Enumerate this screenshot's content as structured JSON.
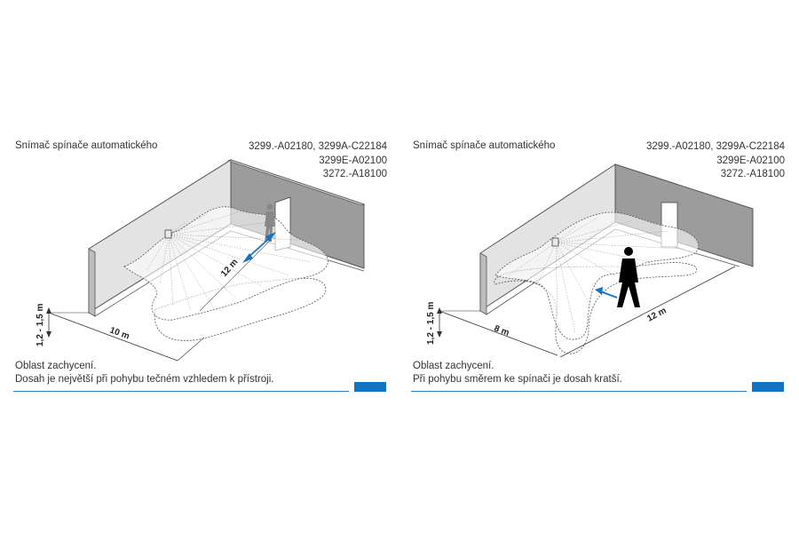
{
  "panels": [
    {
      "title": "Snímač spínače automatického",
      "codes": [
        "3299.-A02180, 3299A-C22184",
        "3299E-A02100",
        "3272.-A18100"
      ],
      "caption_line1": "Oblast zachycení.",
      "caption_line2": "Dosah je největší při pohybu tečném vzhledem k přístroji.",
      "dim_height": "1,2 - 1,5 m",
      "dim_width": "10 m",
      "dim_range": "12 m"
    },
    {
      "title": "Snímač spínače automatického",
      "codes": [
        "3299.-A02180, 3299A-C22184",
        "3299E-A02100",
        "3272.-A18100"
      ],
      "caption_line1": "Oblast zachycení.",
      "caption_line2": "Při pohybu směrem ke spínači je dosah kratší.",
      "dim_height": "1,2 - 1,5 m",
      "dim_width": "8 m",
      "dim_range": "12 m"
    }
  ],
  "colors": {
    "accent": "#1673c2",
    "rule": "#2e7fc1",
    "wall": "#c8c8c8",
    "back_wall": "#9c9c9c"
  }
}
